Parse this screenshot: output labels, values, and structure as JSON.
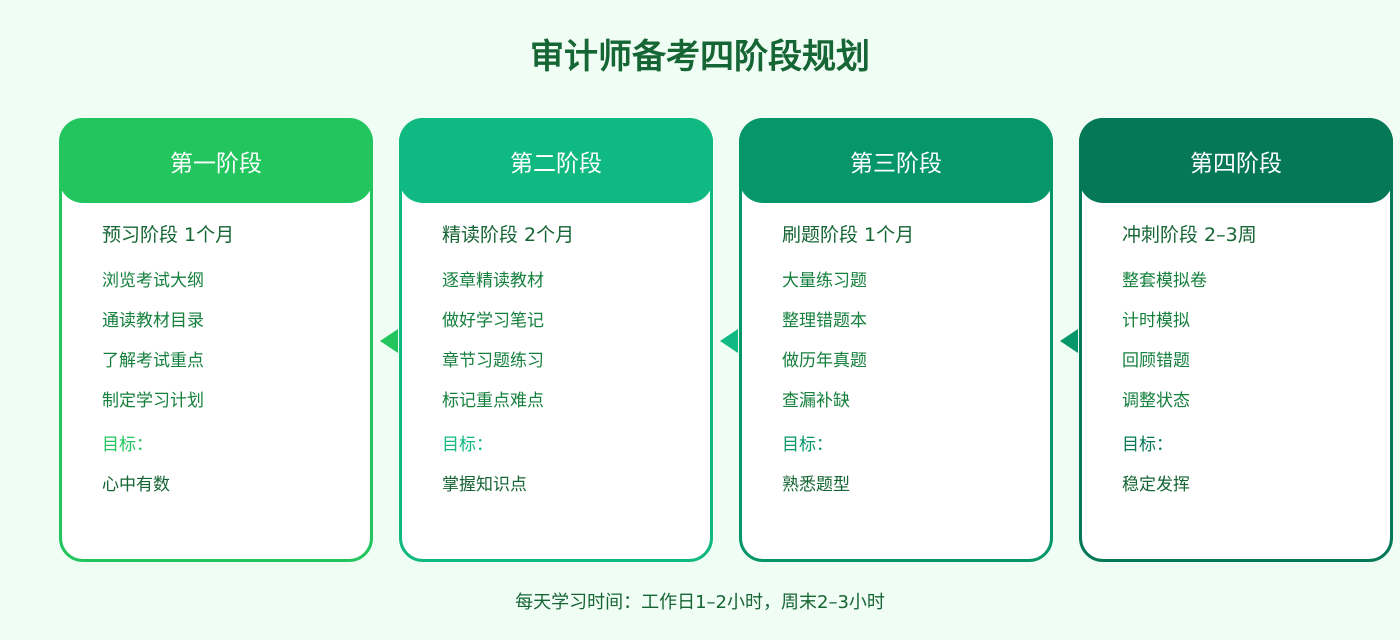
{
  "title": "审计师备考四阶段规划",
  "stages": [
    {
      "header": "第一阶段",
      "subtitle": "预习阶段 1个月",
      "tasks": [
        "浏览考试大纲",
        "通读教材目录",
        "了解考试重点",
        "制定学习计划"
      ],
      "goal_label": "目标：",
      "goal": "心中有数",
      "color": "#22c55e"
    },
    {
      "header": "第二阶段",
      "subtitle": "精读阶段 2个月",
      "tasks": [
        "逐章精读教材",
        "做好学习笔记",
        "章节习题练习",
        "标记重点难点"
      ],
      "goal_label": "目标：",
      "goal": "掌握知识点",
      "color": "#10b981"
    },
    {
      "header": "第三阶段",
      "subtitle": "刷题阶段 1个月",
      "tasks": [
        "大量练习题",
        "整理错题本",
        "做历年真题",
        "查漏补缺"
      ],
      "goal_label": "目标：",
      "goal": "熟悉题型",
      "color": "#059669"
    },
    {
      "header": "第四阶段",
      "subtitle": "冲刺阶段 2–3周",
      "tasks": [
        "整套模拟卷",
        "计时模拟",
        "回顾错题",
        "调整状态"
      ],
      "goal_label": "目标：",
      "goal": "稳定发挥",
      "color": "#047857"
    }
  ],
  "footer": "每天学习时间：工作日1–2小时，周末2–3小时",
  "colors": {
    "background": "#f0fdf4",
    "title": "#166534",
    "subtitle_text": "#166534",
    "task_text": "#15803d"
  }
}
